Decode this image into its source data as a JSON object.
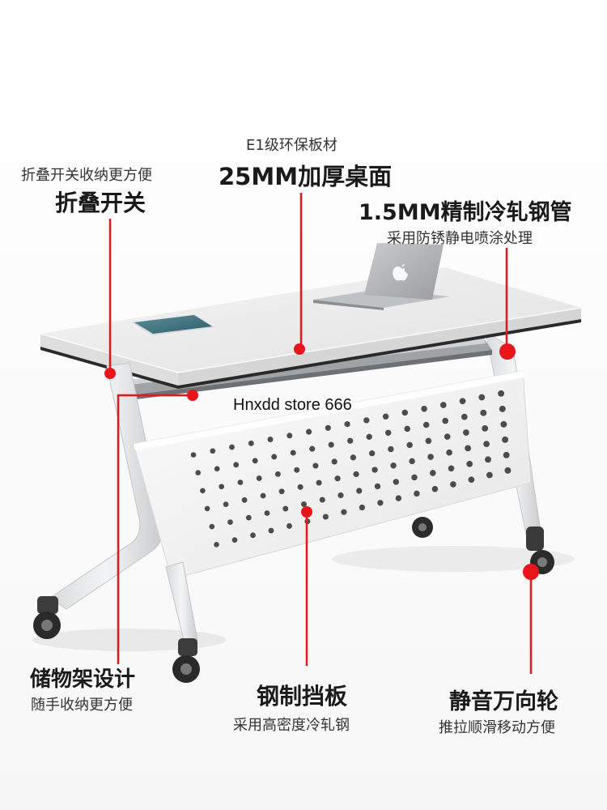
{
  "callouts": {
    "top_center": {
      "sub": "E1级环保板材",
      "title": "25MM加厚桌面"
    },
    "top_left": {
      "sub": "折叠开关收纳更方便",
      "title": "折叠开关"
    },
    "top_right": {
      "title": "1.5MM精制冷轧钢管",
      "sub": "采用防锈静电喷涂处理"
    },
    "bottom_left": {
      "title": "储物架设计",
      "sub": "随手收纳更方便"
    },
    "bottom_center": {
      "title": "钢制挡板",
      "sub": "采用高密度冷轧钢"
    },
    "bottom_right": {
      "title": "静音万向轮",
      "sub": "推拉顺滑移动方便"
    }
  },
  "watermark": "Hnxdd store 666",
  "colors": {
    "marker": "#e8161b",
    "frame": "#e4e6e8",
    "tabletop": "#eeeeee",
    "edge": "#2a2a2a"
  },
  "icons": [
    "apple-logo-icon"
  ]
}
